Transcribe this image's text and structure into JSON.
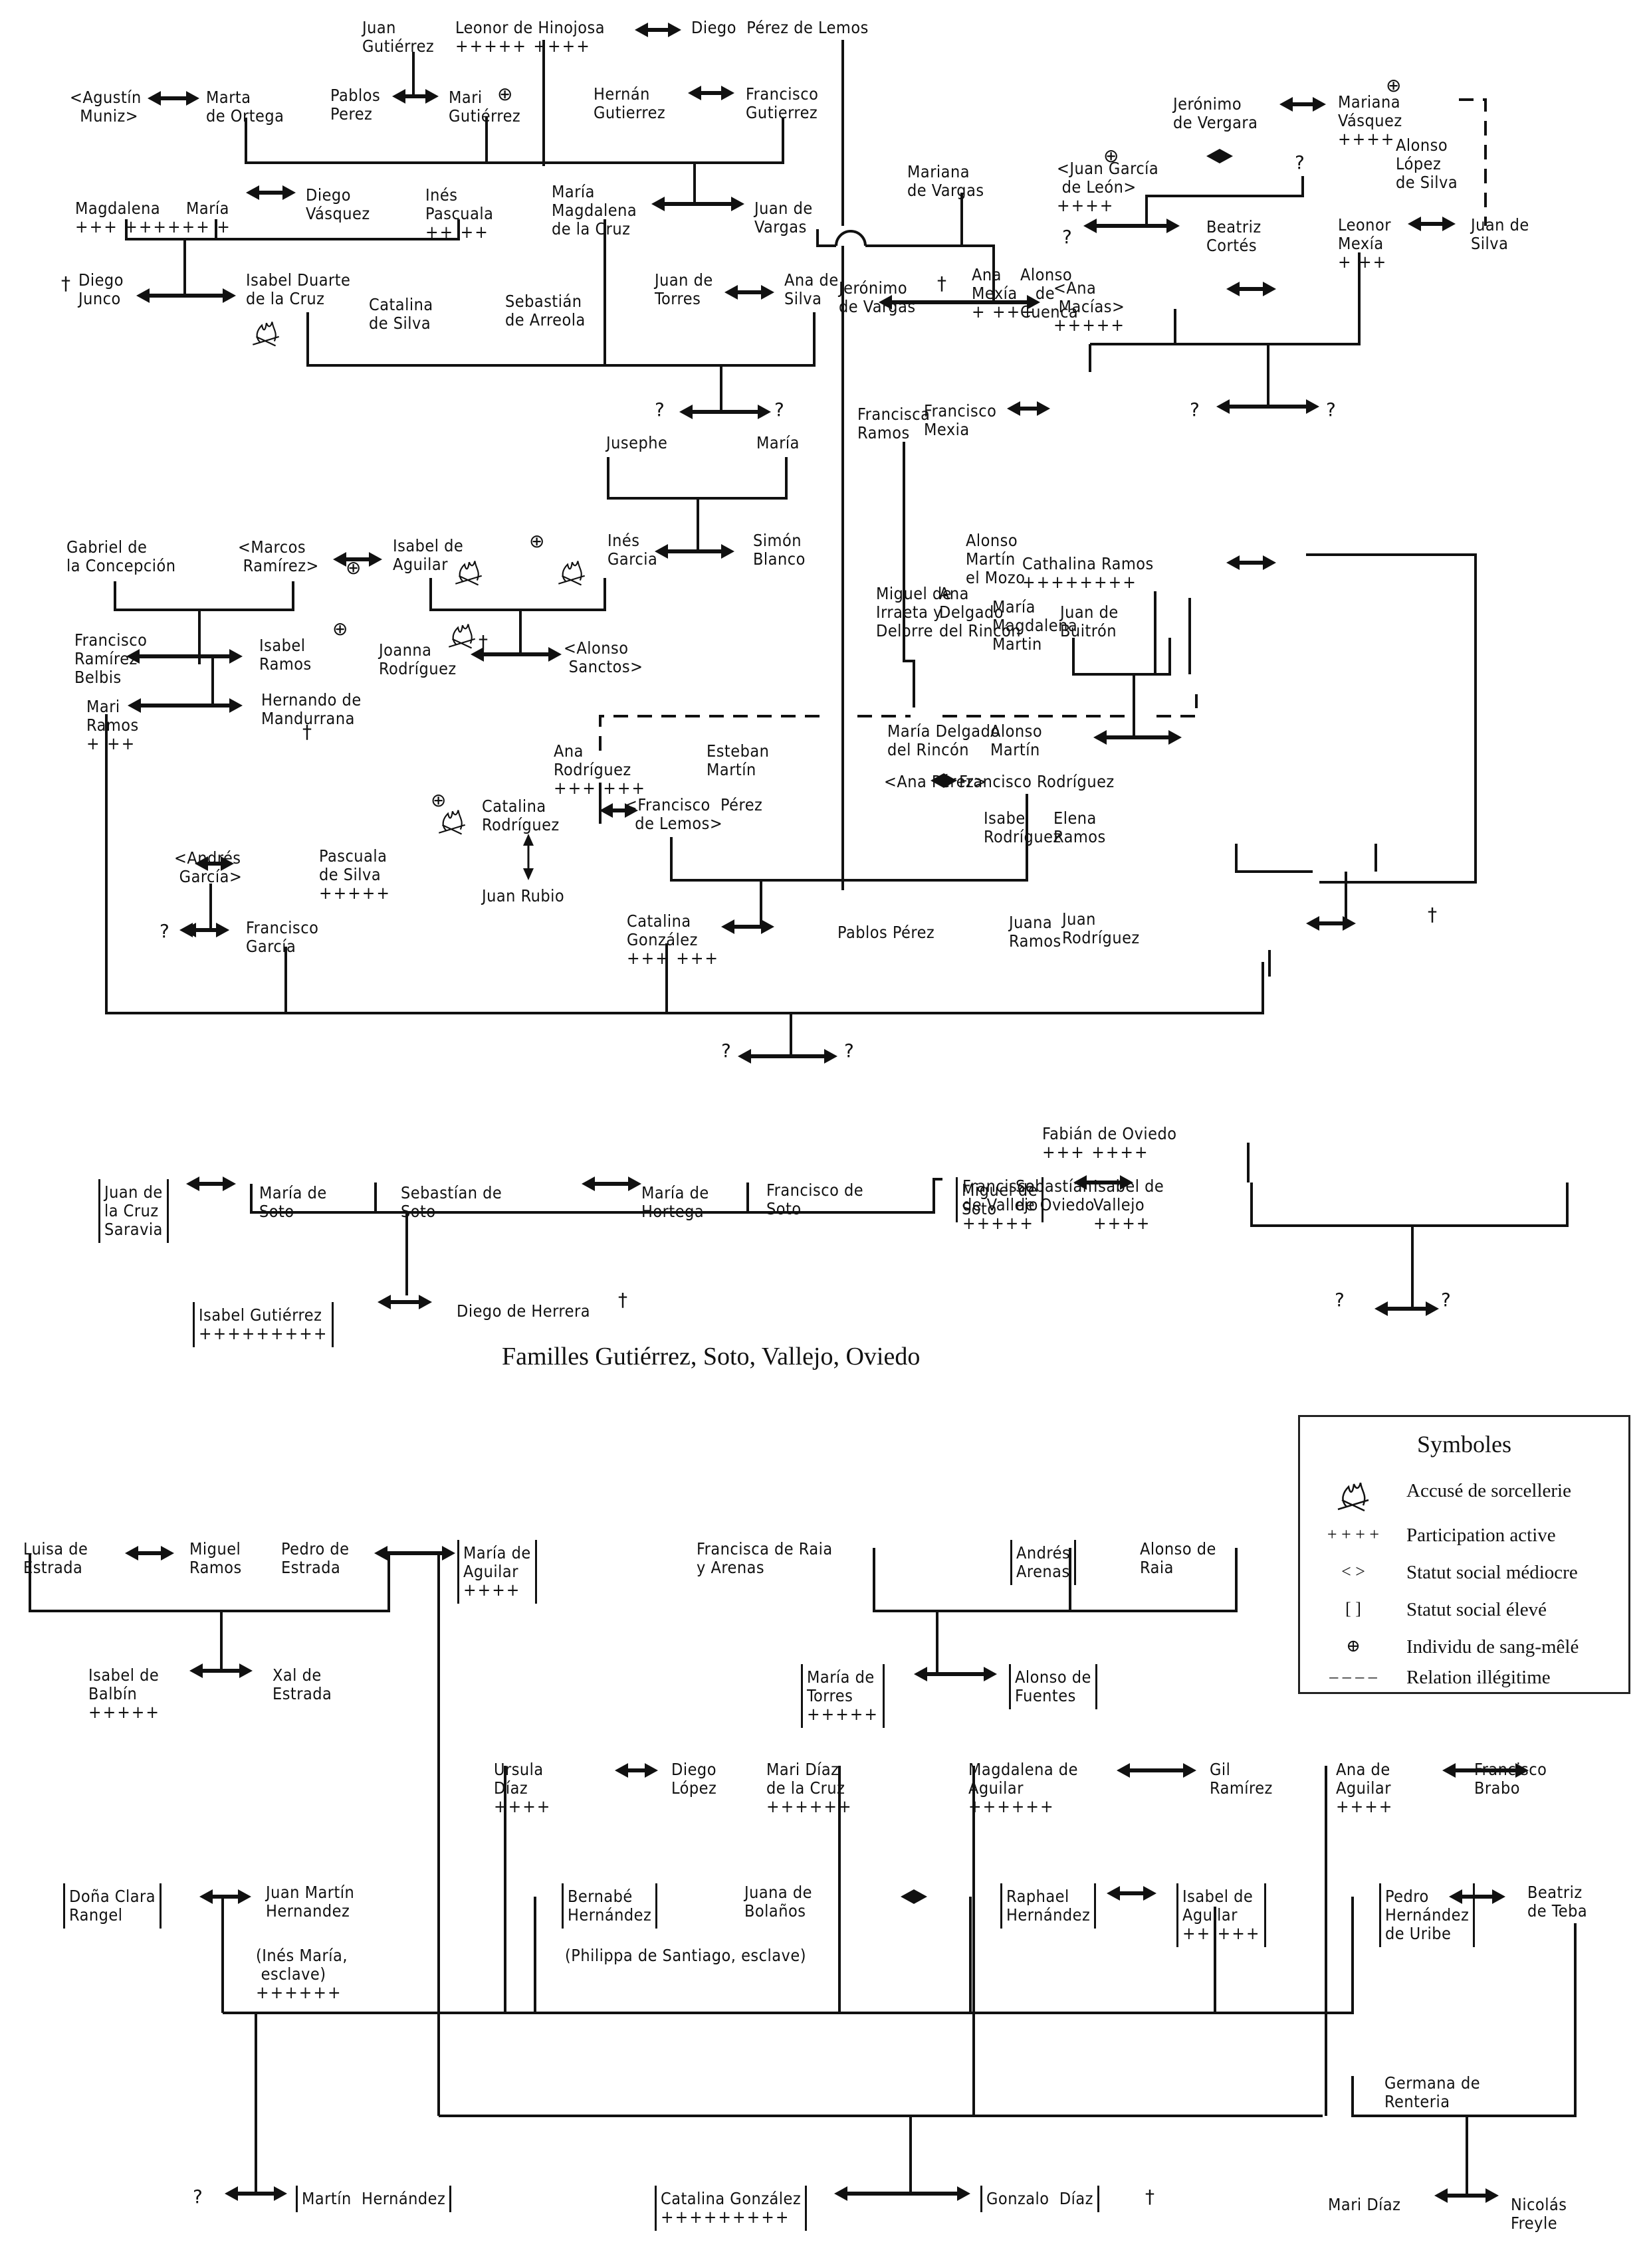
{
  "caption": "Familles Gutiérrez, Soto, Vallejo, Oviedo",
  "legend": {
    "title": "Symboles",
    "items": [
      {
        "icon": "fire-icon",
        "glyph": "🔥",
        "label": "Accusé de sorcellerie"
      },
      {
        "icon": "plus-marks-icon",
        "glyph": "+ + + +",
        "label": "Participation active"
      },
      {
        "icon": "angle-brackets-icon",
        "glyph": "<     >",
        "label": "Statut social médiocre"
      },
      {
        "icon": "square-brackets-icon",
        "glyph": "[     ]",
        "label": "Statut social élevé"
      },
      {
        "icon": "circled-plus-icon",
        "glyph": "⊕",
        "label": "Individu de sang-mêlé"
      },
      {
        "icon": "dashed-line-icon",
        "glyph": "– – – –",
        "label": "Relation illégitime"
      }
    ]
  },
  "people": {
    "juan_gutierrez": {
      "name": "Juan\nGutiérrez"
    },
    "leonor_hinojosa": {
      "name": "Leonor de Hinojosa",
      "marks": "+++++ ++++"
    },
    "diego_perez_lemos": {
      "name": "Diego  Pérez de Lemos"
    },
    "agustin_muniz": {
      "name": "<Agustín\n  Muniz>"
    },
    "marta_ortega": {
      "name": "Marta\nde Ortega"
    },
    "pablos_perez_1": {
      "name": "Pablos\nPerez"
    },
    "mari_gutierrez": {
      "name": "Mari\nGutiérrez"
    },
    "hernan_gutierrez": {
      "name": "Hernán\nGutierrez"
    },
    "francisco_gutierrez": {
      "name": "Francisco\nGutierrez"
    },
    "magdalena": {
      "name": "Magdalena",
      "marks": "+++ ++++++ +"
    },
    "maria_1": {
      "name": "María"
    },
    "diego_vasquez": {
      "name": "Diego\nVásquez"
    },
    "ines_pascuala": {
      "name": "Inés\nPascuala",
      "marks": "++ ++"
    },
    "maria_magdalena_cruz": {
      "name": "María\nMagdalena\nde la Cruz"
    },
    "juan_vargas": {
      "name": "Juan de\nVargas"
    },
    "diego_junco": {
      "name": "Diego\nJunco"
    },
    "isabel_duarte": {
      "name": "Isabel Duarte\nde la Cruz"
    },
    "catalina_silva": {
      "name": "Catalina\nde Silva"
    },
    "sebastian_arreola": {
      "name": "Sebastián\nde Arreola"
    },
    "juan_torres": {
      "name": "Juan de\nTorres"
    },
    "ana_silva": {
      "name": "Ana de\nSilva"
    },
    "jeronimo_vergara": {
      "name": "Jerónimo\nde Vergara"
    },
    "mariana_vasquez": {
      "name": "Mariana\nVásquez",
      "marks": "++++"
    },
    "alonso_lopez_silva": {
      "name": "Alonso\nLópez\nde Silva"
    },
    "mariana_vargas": {
      "name": "Mariana\nde Vargas"
    },
    "juan_garcia_leon": {
      "name": "<Juan García\n de León>",
      "marks": "++++"
    },
    "beatriz_cortes": {
      "name": "Beatriz\nCortés"
    },
    "leonor_mexia": {
      "name": "Leonor\nMexía",
      "marks": "+ ++"
    },
    "juan_silva": {
      "name": "Juan de\nSilva"
    },
    "jeronimo_vargas": {
      "name": "Jerónimo\nde Vargas"
    },
    "ana_macias": {
      "name": "<Ana\n Macías>",
      "marks": "+++++"
    },
    "ana_mexia": {
      "name": "Ana\nMexía",
      "marks": "+ +++"
    },
    "alonso_cuenca": {
      "name": "Alonso\n   de\nCuenca"
    },
    "francisca_ramos": {
      "name": "Francisca\nRamos"
    },
    "francisco_mexia": {
      "name": "Francisco\nMexia"
    },
    "jusephe": {
      "name": "Jusephe"
    },
    "maria_2": {
      "name": "María"
    },
    "gabriel_concepcion": {
      "name": "Gabriel de\nla Concepción"
    },
    "marcos_ramirez": {
      "name": "<Marcos\n Ramírez>"
    },
    "isabel_aguilar_1": {
      "name": "Isabel de\nAguilar"
    },
    "ines_garcia": {
      "name": "Inés\nGarcia"
    },
    "simon_blanco": {
      "name": "Simón\nBlanco"
    },
    "francisco_ramirez_belbis": {
      "name": "Francisco\nRamírez\nBelbis"
    },
    "isabel_ramos": {
      "name": "Isabel\nRamos"
    },
    "joanna_rodriguez": {
      "name": "Joanna\nRodríguez"
    },
    "alonso_sanctos": {
      "name": "<Alonso\n Sanctos>"
    },
    "mari_ramos": {
      "name": "Mari\nRamos",
      "marks": "+ ++"
    },
    "hernando_mandurrana": {
      "name": "Hernando de\nMandurrana"
    },
    "alonso_martin_mozo": {
      "name": "Alonso\nMartín\nel Mozo"
    },
    "cathalina_ramos": {
      "name": "Cathalina Ramos",
      "marks": "++++++++"
    },
    "miguel_irraeta": {
      "name": "Miguel de\nIrraeta y\nDelorre"
    },
    "ana_delgado_rincon": {
      "name": "Ana\nDelgado\ndel Rincón"
    },
    "maria_magdalena_martin": {
      "name": "María\nMagdalena\nMartin"
    },
    "juan_buitron": {
      "name": "Juan de\nBuitrón"
    },
    "maria_delgado_rincon": {
      "name": "María Delgado\ndel Rincón"
    },
    "alonso_martin": {
      "name": "Alonso\nMartín"
    },
    "ana_rodriguez": {
      "name": "Ana\nRodríguez",
      "marks": "+++ +++"
    },
    "esteban_martin": {
      "name": "Esteban\nMartín"
    },
    "catalina_rodriguez": {
      "name": "Catalina\nRodríguez"
    },
    "francisco_perez_lemos": {
      "name": "<Francisco  Pérez\n  de Lemos>"
    },
    "ana_perez": {
      "name": "<Ana Pérez>"
    },
    "francisco_rodriguez": {
      "name": "Francisco Rodríguez"
    },
    "juan_rubio": {
      "name": "Juan Rubio"
    },
    "andres_garcia": {
      "name": "<Andrés\n García>"
    },
    "pascuala_silva": {
      "name": "Pascuala\nde Silva",
      "marks": "+++++"
    },
    "francisco_garcia": {
      "name": "Francisco\nGarcía"
    },
    "catalina_gonzalez_1": {
      "name": "Catalina\nGonzález",
      "marks": "+++ +++"
    },
    "pablos_perez_2": {
      "name": "Pablos Pérez"
    },
    "isabel_rodriguez": {
      "name": "Isabel\nRodríguez"
    },
    "elena_ramos": {
      "name": "Elena\nRamos"
    },
    "juana_ramos": {
      "name": "Juana\nRamos"
    },
    "juan_rodriguez": {
      "name": "Juan\nRodríguez"
    },
    "juan_cruz_saravia": {
      "name": "Juan de\nla Cruz\nSaravia"
    },
    "maria_soto": {
      "name": "María de\nSoto"
    },
    "sebastian_soto": {
      "name": "Sebastían de\nSoto"
    },
    "maria_hortega": {
      "name": "María de\nHortega"
    },
    "francisco_soto": {
      "name": "Francisco de\nSoto"
    },
    "miguel_soto": {
      "name": "Miguel de\nSoto"
    },
    "francisca_vallejo": {
      "name": "Francisca\nde Vallejo",
      "marks": "+++++"
    },
    "fabian_oviedo": {
      "name": "Fabián de Oviedo",
      "marks": "+++ ++++"
    },
    "sebastian_oviedo": {
      "name": "Sebastían\nde Oviedo"
    },
    "isabel_vallejo": {
      "name": "Isabel de\nVallejo",
      "marks": "++++"
    },
    "isabel_gutierrez": {
      "name": "Isabel Gutiérrez",
      "marks": "+++++++++"
    },
    "diego_herrera": {
      "name": "Diego de Herrera"
    },
    "luisa_estrada": {
      "name": "Luisa de\nEstrada"
    },
    "miguel_ramos": {
      "name": "Miguel\nRamos"
    },
    "pedro_estrada": {
      "name": "Pedro de\nEstrada"
    },
    "maria_aguilar": {
      "name": "María de\nAguilar",
      "marks": "++++"
    },
    "isabel_balbin": {
      "name": "Isabel de\nBalbín",
      "marks": "+++++"
    },
    "xal_estrada": {
      "name": "Xal de\nEstrada"
    },
    "francisca_raia": {
      "name": "Francisca de Raia\ny Arenas"
    },
    "andres_arenas": {
      "name": "Andrés\nArenas"
    },
    "alonso_raia": {
      "name": "Alonso de\nRaia"
    },
    "maria_torres": {
      "name": "María de\nTorres",
      "marks": "+++++"
    },
    "alonso_fuentes": {
      "name": "Alonso de\nFuentes"
    },
    "ursula_diaz": {
      "name": "Ursula\nDíaz",
      "marks": "++++"
    },
    "diego_lopez": {
      "name": "Diego\nLópez"
    },
    "mari_diaz_cruz": {
      "name": "Mari Díaz\nde la Cruz",
      "marks": "++++++"
    },
    "magdalena_aguilar": {
      "name": "Magdalena de\nAguilar",
      "marks": "++++++"
    },
    "gil_ramirez": {
      "name": "Gil\nRamírez"
    },
    "ana_aguilar": {
      "name": "Ana de\nAguilar",
      "marks": "++++"
    },
    "francisco_brabo": {
      "name": "Francisco\nBrabo"
    },
    "clara_rangel": {
      "name": "Doña Clara\nRangel"
    },
    "juan_martin_hernandez": {
      "name": "Juan Martín\nHernandez"
    },
    "ines_maria": {
      "name": "(Inés María,\n esclave)",
      "marks": "++++++"
    },
    "bernabe_hernandez": {
      "name": "Bernabé\nHernández"
    },
    "juana_bolanos": {
      "name": "Juana de\nBolaños"
    },
    "philippa_santiago": {
      "name": "(Philippa de Santiago, esclave)"
    },
    "raphael_hernandez": {
      "name": "Raphael\nHernández"
    },
    "isabel_aguilar_2": {
      "name": "Isabel de\nAguilar",
      "marks": "++ +++"
    },
    "pedro_hernandez_uribe": {
      "name": "Pedro\nHernández\nde Uribe"
    },
    "beatriz_teba": {
      "name": "Beatriz\nde Teba"
    },
    "germana_renteria": {
      "name": "Germana de\nRenteria"
    },
    "martin_hernandez": {
      "name": "Martín  Hernández"
    },
    "catalina_gonzalez_2": {
      "name": "Catalina González",
      "marks": "+++++++++"
    },
    "gonzalo_diaz": {
      "name": "Gonzalo  Díaz"
    },
    "mari_diaz": {
      "name": "Mari Díaz"
    },
    "nicolas_freyle": {
      "name": "Nicolás\nFreyle"
    }
  },
  "unknown_label": "?",
  "death_mark": "†",
  "mixed_mark": "⊕"
}
